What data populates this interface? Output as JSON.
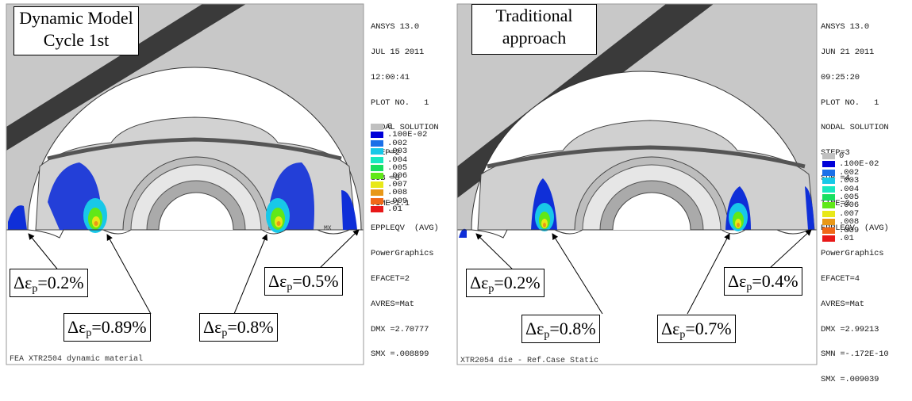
{
  "panels": [
    {
      "title_lines": [
        "Dynamic Model",
        "Cycle 1st"
      ],
      "info_lines": [
        "ANSYS 13.0",
        "JUL 15 2011",
        "12:00:41",
        "PLOT NO.   1",
        "NODAL SOLUTION",
        "STEP=2",
        "SUB =8",
        "TIME=1.1",
        "EPPLEQV  (AVG)",
        "PowerGraphics",
        "EFACET=2",
        "AVRES=Mat",
        "DMX =2.70777",
        "SMX =.008899"
      ],
      "legend_labels": [
        "0",
        ".100E-02",
        ".002",
        ".003",
        ".004",
        ".005",
        ".006",
        ".007",
        ".008",
        ".009",
        ".01"
      ],
      "callouts": [
        {
          "symbol": "Δε",
          "sub": "p",
          "value": "=0.2%"
        },
        {
          "symbol": "Δε",
          "sub": "p",
          "value": "=0.89%"
        },
        {
          "symbol": "Δε",
          "sub": "p",
          "value": "=0.8%"
        },
        {
          "symbol": "Δε",
          "sub": "p",
          "value": "=0.5%"
        }
      ],
      "footer": "FEA XTR2504 dynamic material",
      "mx_label": "MX"
    },
    {
      "title_lines": [
        "Traditional",
        "approach"
      ],
      "info_lines": [
        "ANSYS 13.0",
        "JUN 21 2011",
        "09:25:20",
        "PLOT NO.   1",
        "NODAL SOLUTION",
        "STEP=3",
        "SUB =4",
        "TIME=2",
        "EPPLEQV  (AVG)",
        "PowerGraphics",
        "EFACET=4",
        "AVRES=Mat",
        "DMX =2.99213",
        "SMN =-.172E-10",
        "SMX =.009039"
      ],
      "legend_labels": [
        "0",
        ".100E-02",
        ".002",
        ".003",
        ".004",
        ".005",
        ".006",
        ".007",
        ".008",
        ".009",
        ".01"
      ],
      "callouts": [
        {
          "symbol": "Δε",
          "sub": "p",
          "value": "=0.2%"
        },
        {
          "symbol": "Δε",
          "sub": "p",
          "value": "=0.8%"
        },
        {
          "symbol": "Δε",
          "sub": "p",
          "value": "=0.7%"
        },
        {
          "symbol": "Δε",
          "sub": "p",
          "value": "=0.4%"
        }
      ],
      "footer": "XTR2054 die - Ref.Case Static"
    }
  ],
  "legend_colors": [
    "#c0c0c0",
    "#0000d8",
    "#1a6fe8",
    "#18c8e8",
    "#18e8c0",
    "#18e060",
    "#60e818",
    "#e8e818",
    "#e89818",
    "#f06818",
    "#e81818"
  ]
}
